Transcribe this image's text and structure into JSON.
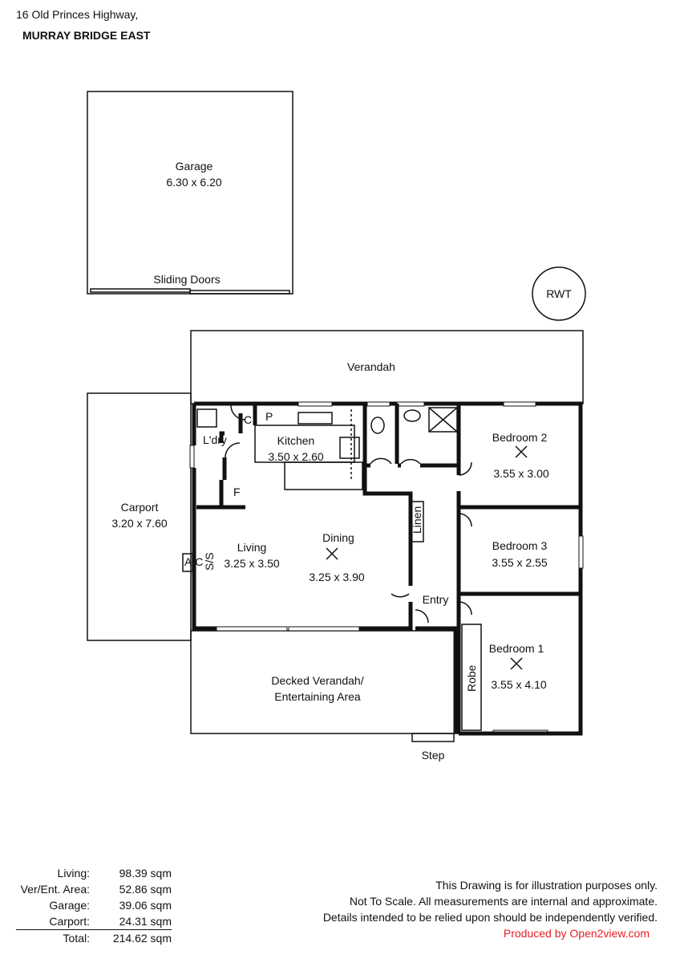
{
  "header": {
    "address_line1": "16 Old Princes Highway,",
    "address_line2": "MURRAY BRIDGE EAST"
  },
  "rooms": {
    "garage": {
      "name": "Garage",
      "size": "6.30 x 6.20",
      "note": "Sliding Doors"
    },
    "rwt": "RWT",
    "verandah": "Verandah",
    "carport": {
      "name": "Carport",
      "size": "3.20 x 7.60"
    },
    "laundry": "L'dry",
    "cupboard": "C",
    "pantry": "P",
    "fridge": "F",
    "kitchen": {
      "name": "Kitchen",
      "size": "3.50 x 2.60"
    },
    "living": {
      "name": "Living",
      "size": "3.25 x 3.50"
    },
    "dining": {
      "name": "Dining",
      "size": "3.25 x 3.90"
    },
    "ac": "A/C",
    "ss": "S/S",
    "linen": "Linen",
    "entry": "Entry",
    "bedroom2": {
      "name": "Bedroom 2",
      "size": "3.55 x 3.00"
    },
    "bedroom3": {
      "name": "Bedroom 3",
      "size": "3.55 x 2.55"
    },
    "bedroom1": {
      "name": "Bedroom 1",
      "size": "3.55 x 4.10"
    },
    "robe": "Robe",
    "decked": {
      "line1": "Decked Verandah/",
      "line2": "Entertaining Area"
    },
    "step": "Step"
  },
  "areas": [
    {
      "label": "Living:",
      "value": "98.39 sqm"
    },
    {
      "label": "Ver/Ent. Area:",
      "value": "52.86 sqm"
    },
    {
      "label": "Garage:",
      "value": "39.06 sqm"
    },
    {
      "label": "Carport:",
      "value": "24.31 sqm"
    }
  ],
  "total": {
    "label": "Total:",
    "value": "214.62 sqm"
  },
  "disclaimer": [
    "This Drawing is for illustration purposes only.",
    "Not To Scale. All measurements are internal and approximate.",
    "Details intended to be relied upon should be independently verified."
  ],
  "credit": "Produced by Open2view.com",
  "colors": {
    "credit": "#e32026",
    "wall": "#111111"
  }
}
